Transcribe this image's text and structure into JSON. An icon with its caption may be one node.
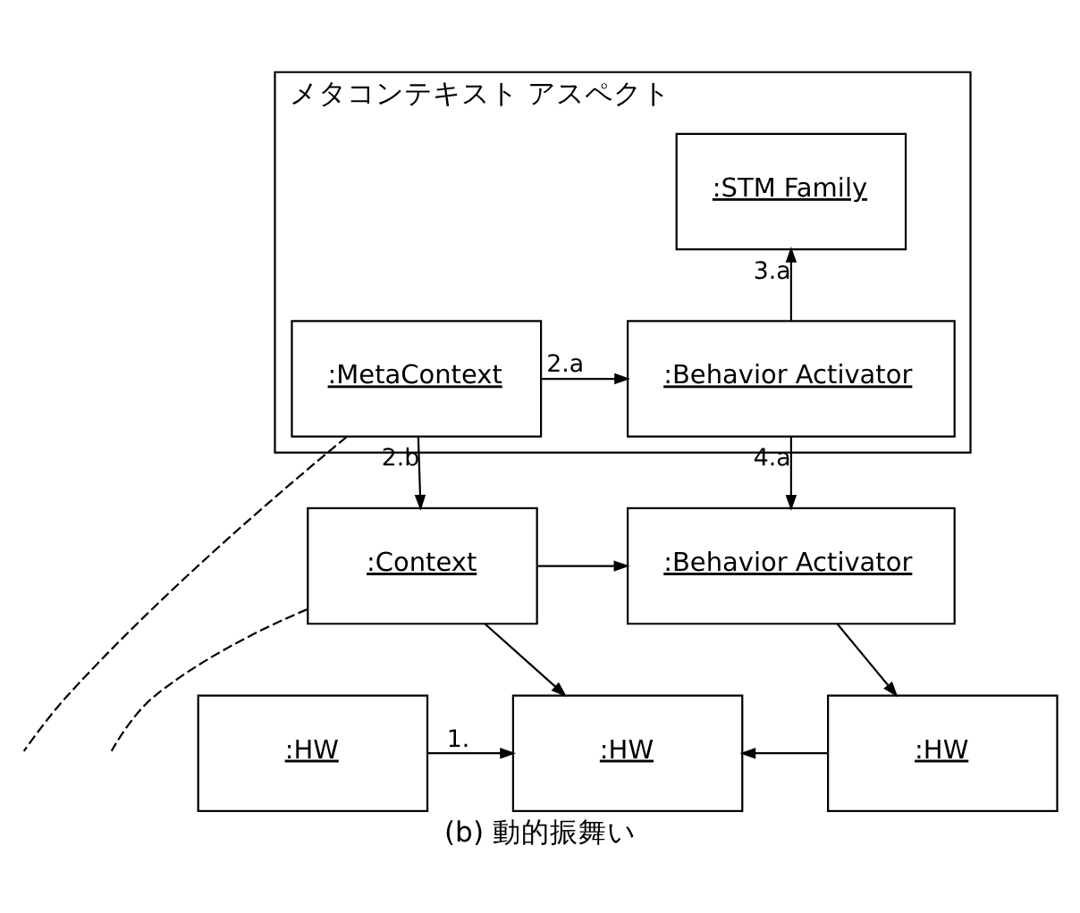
{
  "diagram": {
    "caption": "(b) 動的振舞い",
    "nodes": [
      {
        "text": [
          "メタコンテキスト アスペクト"
        ]
      },
      {
        "text": [
          ":STM Family"
        ],
        "in": 0
      },
      {
        "text": [
          ":MetaContext"
        ],
        "in": 0
      },
      {
        "text": [
          ":Behavior Activator"
        ],
        "in": 0
      },
      {
        "text": [
          ":Context"
        ]
      },
      {
        "text": [
          ":Behavior Activator"
        ]
      },
      {
        "text": [
          ":HW"
        ]
      },
      {
        "text": [
          ":HW"
        ]
      },
      {
        "text": [
          ":HW"
        ]
      }
    ],
    "edges": [
      {
        "from": 2,
        "to": 3,
        "arrow": "to",
        "label": "2.a"
      },
      {
        "from": 3,
        "to": 1,
        "arrow": "to",
        "label": "3.a"
      },
      {
        "from": 3,
        "to": 5,
        "arrow": "to",
        "label": "4.a"
      },
      {
        "from": 2,
        "to": 4,
        "arrow": "to",
        "label": "2.b"
      },
      {
        "from": 4,
        "to": 5,
        "arrow": "to"
      },
      {
        "from": 4,
        "to": 7,
        "arrow": "to"
      },
      {
        "from": 5,
        "to": 8,
        "arrow": "to"
      },
      {
        "from": 8,
        "to": 7,
        "arrow": "to"
      },
      {
        "from": 6,
        "to": 7,
        "arrow": "to",
        "label": "1."
      },
      {
        "from": 2,
        "to": null,
        "arrow": "none",
        "style": "dashed"
      },
      {
        "from": 4,
        "to": null,
        "arrow": "none",
        "style": "dashed"
      }
    ]
  }
}
